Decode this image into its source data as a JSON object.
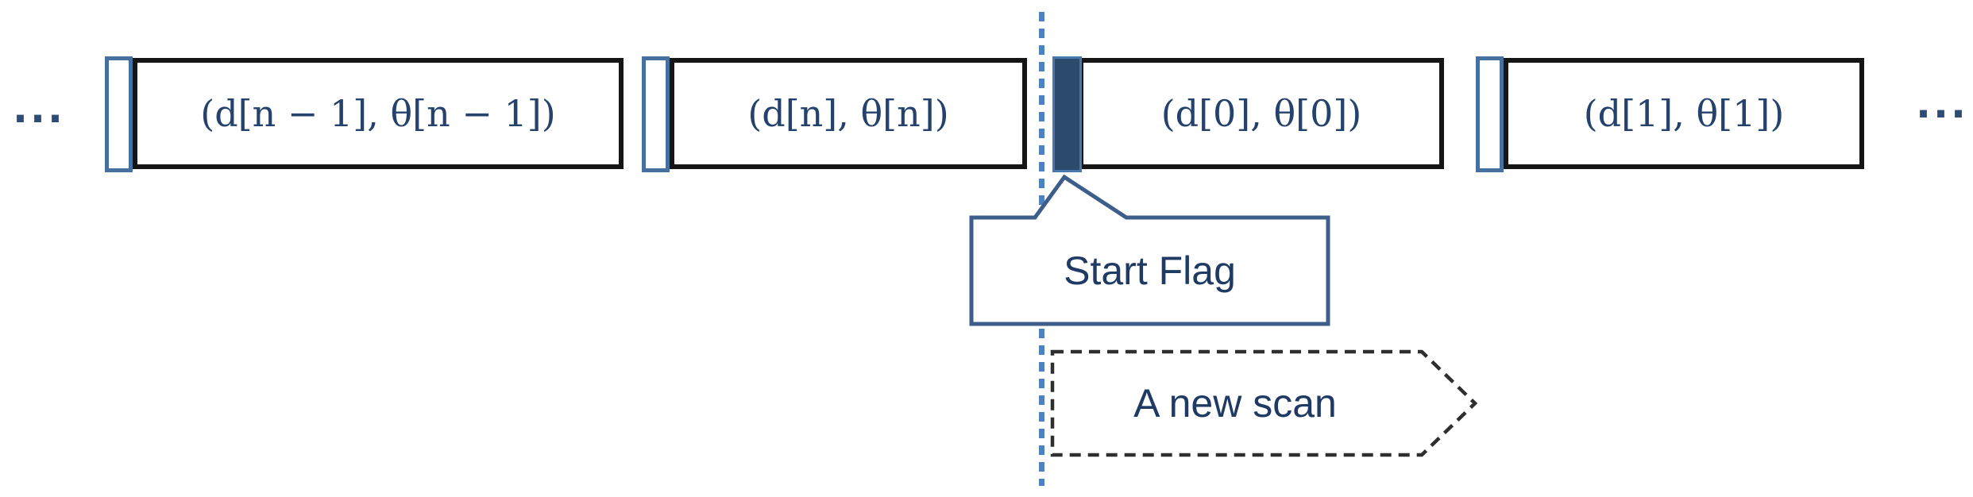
{
  "figure": {
    "ellipsis_left": "...",
    "ellipsis_right": "...",
    "packets": [
      {
        "label": "(d[n − 1], θ[n − 1])"
      },
      {
        "label": "(d[n], θ[n])"
      },
      {
        "label": "(d[0], θ[0])"
      },
      {
        "label": "(d[1], θ[1])"
      }
    ],
    "start_flag_callout": {
      "label": "Start Flag"
    },
    "new_scan_arrow": {
      "label": "A new scan"
    },
    "colors": {
      "packet_border": "#151515",
      "header_cell_border": "#46709f",
      "start_flag_fill": "#2c4a6e",
      "start_flag_edge": "#4a77ab",
      "scan_line_blue": "#4e81c0",
      "callout_border": "#3d5e8b",
      "packet_text_navy": "#24426b",
      "label_text_navy": "#1f3a63",
      "scan_arrow_dash": "#2f2f2f"
    }
  }
}
